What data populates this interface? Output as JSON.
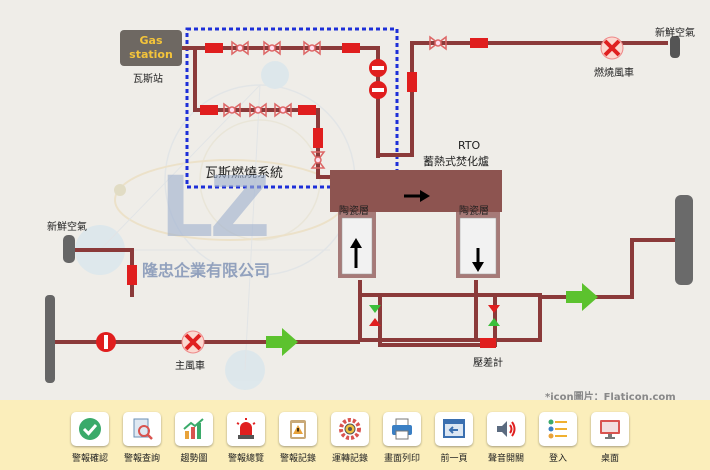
{
  "diagram": {
    "gas_station_label": "Gas station",
    "gas_station_caption": "瓦斯站",
    "combustion_system": "瓦斯燃燒系統",
    "rto_title": "RTO",
    "rto_subtitle": "蓄熱式焚化爐",
    "ceramic_left": "陶瓷層",
    "ceramic_right": "陶瓷層",
    "fresh_air_top": "新鮮空氣",
    "fresh_air_left": "新鮮空氣",
    "combustion_fan": "燃燒風車",
    "main_fan": "主風車",
    "pressure_gauge": "壓差計",
    "watermark_logo": "LZ",
    "watermark_company": "隆忠企業有限公司",
    "icon_credit": "*icon圖片：Flaticon.com",
    "pipe_color": "#8b3a3a",
    "valve_color": "#e02020",
    "flow_arrow_color": "#5cc22e"
  },
  "toolbar": {
    "buttons": [
      {
        "label": "警報確認",
        "icon": "check-circle-icon"
      },
      {
        "label": "警報查詢",
        "icon": "search-document-icon"
      },
      {
        "label": "趨勢圖",
        "icon": "trend-chart-icon"
      },
      {
        "label": "警報總覽",
        "icon": "siren-icon"
      },
      {
        "label": "警報記錄",
        "icon": "clipboard-warning-icon"
      },
      {
        "label": "運轉記錄",
        "icon": "gear-icon"
      },
      {
        "label": "畫面列印",
        "icon": "printer-icon"
      },
      {
        "label": "前一頁",
        "icon": "back-page-icon"
      },
      {
        "label": "聲音開關",
        "icon": "speaker-icon"
      },
      {
        "label": "登入",
        "icon": "login-users-icon"
      },
      {
        "label": "桌面",
        "icon": "desktop-icon"
      }
    ]
  }
}
